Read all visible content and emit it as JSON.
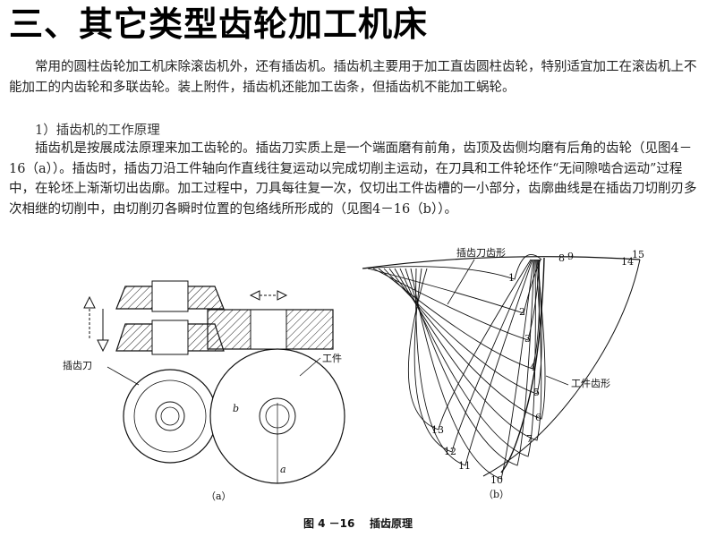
{
  "title": "三、其它类型齿轮加工机床",
  "paragraph1": "常用的圆柱齿轮加工机床除滚齿机外，还有插齿机。插齿机主要用于加工直齿圆柱齿轮，特别适宜加工在滚齿机上不能加工的内齿轮和多联齿轮。装上附件，插齿机还能加工齿条，但插齿机不能加工蜗轮。",
  "subheading": "1）插齿机的工作原理",
  "paragraph2": "插齿机是按展成法原理来加工齿轮的。插齿刀实质上是一个端面磨有前角，齿顶及齿侧均磨有后角的齿轮（见图4－16（a））。插齿时，插齿刀沿工件轴向作直线往复运动以完成切削主运动，在刀具和工件轮坯作“无间隙啮合运动”过程中，在轮坯上渐渐切出齿廓。加工过程中，刀具每往复一次，仅切出工件齿槽的一小部分，齿廓曲线是在插齿刀切削刃多次相继的切削中，由切削刃各瞬时位置的包络线所形成的（见图4－16（b））。",
  "figure_a": {
    "label_cutter": "插齿刀",
    "label_workpiece": "工件",
    "label_b": "b",
    "label_a": "a",
    "sublabel": "（a）"
  },
  "figure_b": {
    "label_cutter_profile": "插齿刀齿形",
    "label_workpiece_profile": "工件齿形",
    "sublabel": "（b）",
    "position_numbers": [
      "1",
      "2",
      "3",
      "4",
      "5",
      "6",
      "7",
      "8",
      "9",
      "10",
      "11",
      "12",
      "13",
      "14",
      "15"
    ]
  },
  "caption": "图 4 －16    插齿原理"
}
